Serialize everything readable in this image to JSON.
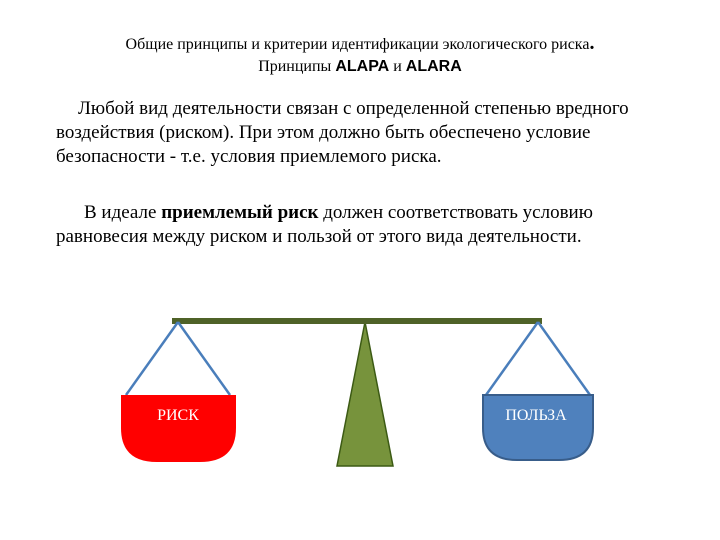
{
  "title": {
    "line1_text": "Общие принципы и критерии идентификации экологического риска",
    "line1_dot": ".",
    "line2_prefix": "Принципы ",
    "acronym1": "ALAPA",
    "conjunction": " и ",
    "acronym2": "ALARA"
  },
  "paragraph1": "Любой вид деятельности связан с определенной степенью вредного воздействия (риском). При этом должно быть обеспечено условие безопасности - т.е. условия приемлемого риска.",
  "paragraph2": {
    "prefix": "В идеале ",
    "emphasis": "приемлемый риск",
    "suffix": " должен соответствовать условию равновесия между риском и пользой от этого вида деятельности."
  },
  "scale": {
    "left_pan_label": "РИСК",
    "right_pan_label": "ПОЛЬЗА",
    "colors": {
      "beam": "#4f6228",
      "fulcrum": "#77933c",
      "strings": "#4a7ebb",
      "left_pan": "#ff0000",
      "right_pan": "#4f81bd",
      "pan_label_text": "#ffffff"
    }
  }
}
